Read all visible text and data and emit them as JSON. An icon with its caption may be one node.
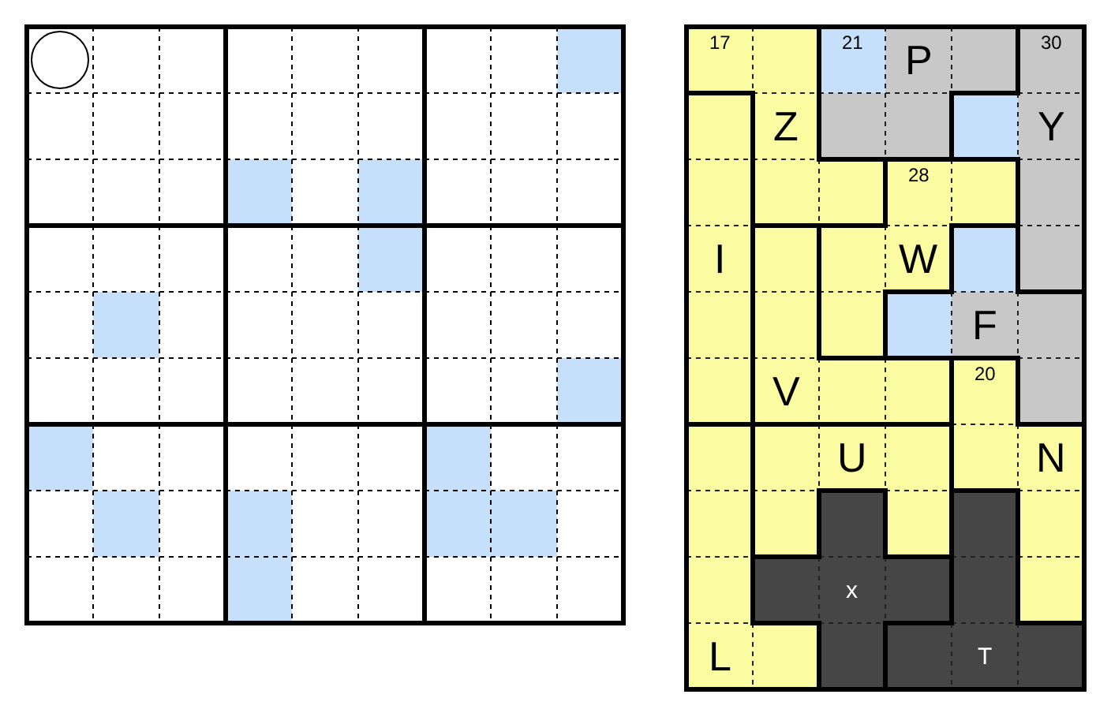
{
  "diagram": {
    "labels": [
      "17",
      "21",
      "P",
      "30",
      "Z",
      "Y",
      "28",
      "I",
      "W",
      "F",
      "20",
      "V",
      "U",
      "N",
      "x",
      "L",
      "T"
    ]
  }
}
